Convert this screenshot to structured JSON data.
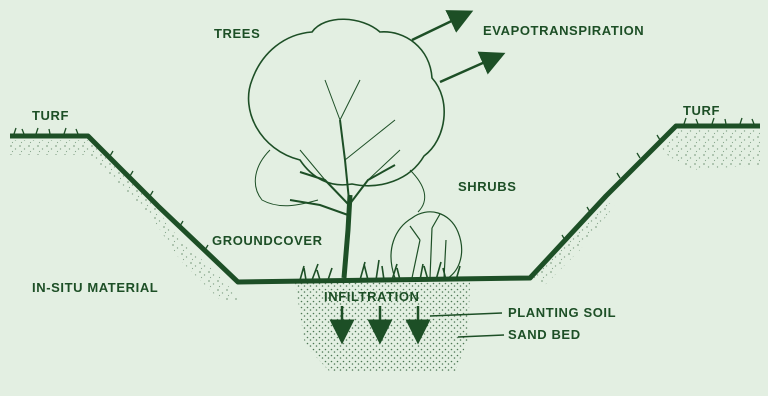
{
  "labels": {
    "turf_left": "TURF",
    "turf_right": "TURF",
    "trees": "TREES",
    "evapotranspiration": "EVAPOTRANSPIRATION",
    "shrubs": "SHRUBS",
    "groundcover": "GROUNDCOVER",
    "in_situ_material": "IN-SITU MATERIAL",
    "infiltration": "INFILTRATION",
    "planting_soil": "PLANTING SOIL",
    "sand_bed": "SAND BED"
  },
  "colors": {
    "background": "#e3efe2",
    "ink": "#1d4f26"
  }
}
